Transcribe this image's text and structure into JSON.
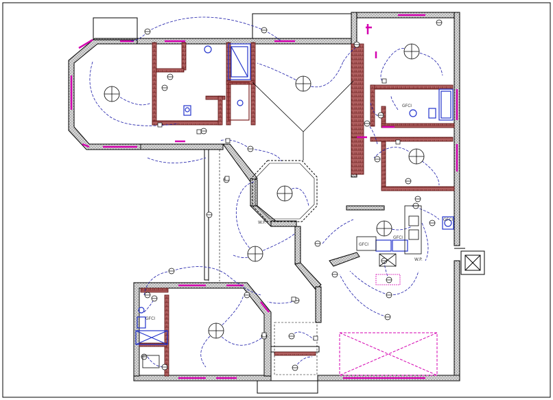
{
  "drawing": {
    "type": "electrical floor plan",
    "colors": {
      "wall_fill": "#cfcfcf",
      "wall_outline": "#7a1f1f",
      "wiring": "#1a1aa8",
      "window": "#d400b0",
      "fixture_blue": "#2233cc",
      "outline": "#000000"
    },
    "annotations": [
      {
        "id": "gfci-1",
        "text": "GFCI"
      },
      {
        "id": "gfci-2",
        "text": "GFCI"
      },
      {
        "id": "gfci-3",
        "text": "GFCI"
      },
      {
        "id": "gfci-4",
        "text": "GFCI"
      },
      {
        "id": "gfci-5",
        "text": "GFCI"
      },
      {
        "id": "wp-1",
        "text": "W.P."
      },
      {
        "id": "wp-2",
        "text": "W.P."
      }
    ]
  }
}
